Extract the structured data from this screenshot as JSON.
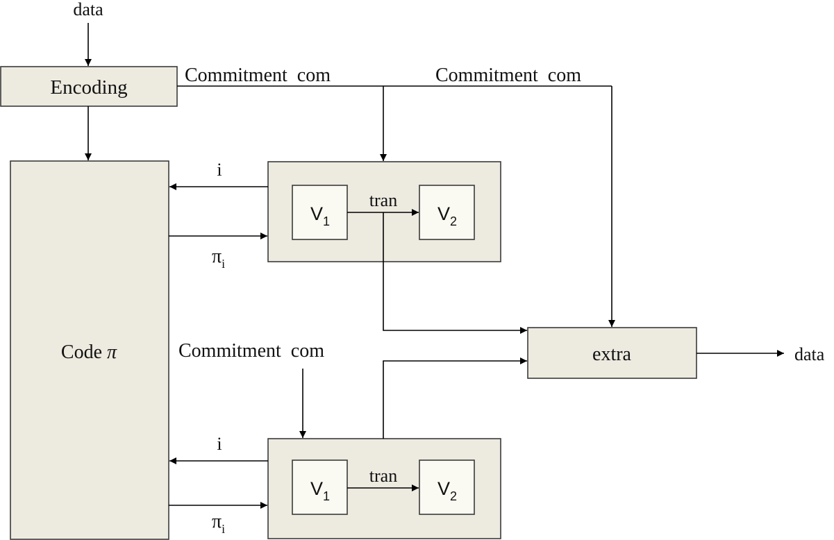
{
  "colors": {
    "box_fill": "#edeae0",
    "inner_fill": "#fafaf2",
    "stroke": "#3a3a3a"
  },
  "labels": {
    "data_in": "data",
    "encoding": "Encoding",
    "commitment_1": "Commitment  com",
    "commitment_2": "Commitment  com",
    "commitment_3": "Commitment  com",
    "code_prefix": "Code ",
    "code_symbol": "π",
    "extra": "extra",
    "data_out": "data",
    "top": {
      "i": "i",
      "pi": "π",
      "pi_sub": "i",
      "v1": "V",
      "v1_sub": "1",
      "tran": "tran",
      "v2": "V",
      "v2_sub": "2"
    },
    "bottom": {
      "i": "i",
      "pi": "π",
      "pi_sub": "i",
      "v1": "V",
      "v1_sub": "1",
      "tran": "tran",
      "v2": "V",
      "v2_sub": "2"
    }
  }
}
